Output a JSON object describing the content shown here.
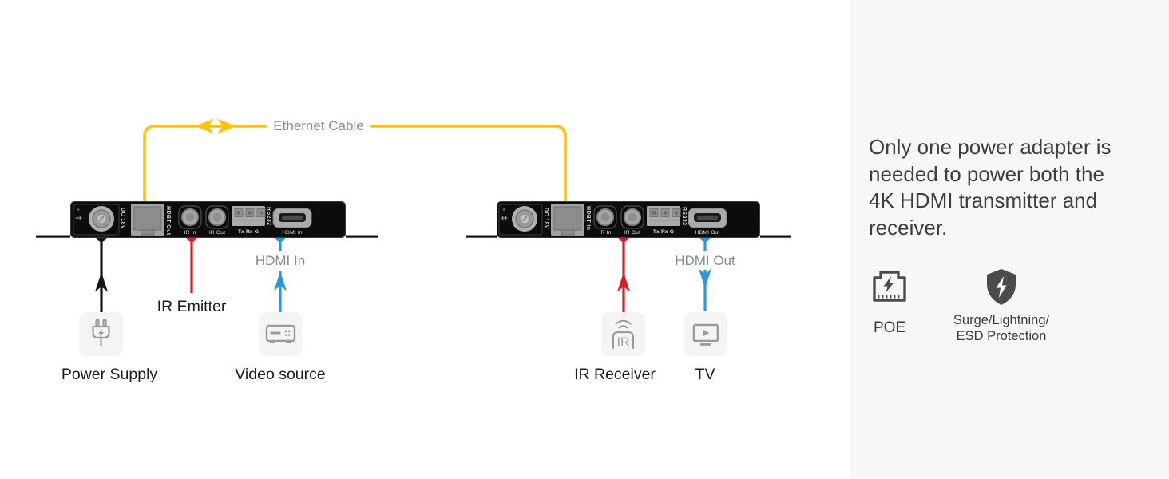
{
  "diagram": {
    "ethernet_cable_label": "Ethernet Cable",
    "transmitter": {
      "polarity_plus": "+",
      "polarity_minus": "-",
      "dc_label": "DC 18V",
      "hdbt_label": "HDBT Out",
      "ir_in_label": "IR In",
      "ir_out_label": "IR Out",
      "rs232_pins_label": "Tx Rx G",
      "rs232_label": "RS232",
      "hdmi_label": "HDMI In"
    },
    "receiver": {
      "polarity_plus": "+",
      "polarity_minus": "-",
      "dc_label": "DC 18V",
      "hdbt_label": "HDBT In",
      "ir_in_label": "IR In",
      "ir_out_label": "IR Out",
      "rs232_pins_label": "Tx Rx G",
      "rs232_label": "RS232",
      "hdmi_label": "HDMI Out"
    },
    "connections": {
      "power_supply": "Power Supply",
      "ir_emitter": "IR Emitter",
      "video_source": "Video source",
      "hdmi_in": "HDMI In",
      "ir_receiver": "IR Receiver",
      "tv": "TV",
      "hdmi_out": "HDMI Out"
    },
    "colors": {
      "ethernet_cable": "#ffc10e",
      "ir_line": "#d02028",
      "hdmi_line": "#2b95df",
      "power_line": "#151515"
    }
  },
  "panel": {
    "background": "#f7f7f8",
    "description_lines": [
      "Only one power adapter is",
      "needed to power both the",
      "4K HDMI transmitter and",
      "receiver."
    ],
    "features": [
      {
        "label": "POE"
      },
      {
        "label_line1": "Surge/Lightning/",
        "label_line2": "ESD Protection"
      }
    ]
  }
}
